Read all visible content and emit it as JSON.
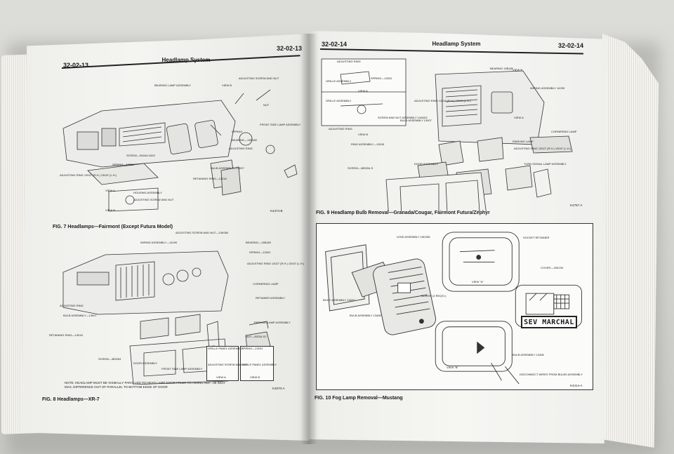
{
  "left_page": {
    "page_number_left": "32-02-13",
    "page_number_right": "32-02-13",
    "title": "Headlamp System",
    "fig7": {
      "caption": "FIG. 7   Headlamps—Fairmont (Except Futura Model)",
      "id": "K4474-B",
      "labels": [
        "BEARING LAMP ASSEMBLY",
        "VIEW B",
        "ADJUSTING SCREW AND NUT",
        "NUT",
        "SPRING",
        "BEARING—13B180",
        "ADJUSTING RING",
        "SCREW—00464-S429",
        "BULB ASSEMBLY—13007",
        "RETAINING RING—13018",
        "SPRING—13031",
        "ADJUSTING RING 13027 (R.H.) 13047 (L.H.)",
        "VIEW A",
        "HOUSING ASSEMBLY",
        "ADJUSTING SCREW AND NUT",
        "VIEW B",
        "FRONT SIDE LAMP ASSEMBLY"
      ]
    },
    "fig8": {
      "caption": "FIG. 8   Headlamps—XR-7",
      "id": "K4570-A",
      "note": "NOTE: HEADLAMP MUST BE VISIBALLY PARALLED TO HEAD LAMP DOOR PRIOR TO AIMING REF. .06 INCH MAX. DIFFERENCE OUT OF PARALLEL TO BOTTOM EDGE OF DOOR",
      "labels": [
        "ADJUSTING SCREW AND NUT—13K080",
        "WIRING ASSEMBLY—14290",
        "BEARING—13B180",
        "SPRING—13031",
        "ADJUSTING RING 13027 (R.H.) 13047 (L.H.)",
        "CORNERING LAMP",
        "RETAINER ASSEMBLY",
        "ADJUSTING RING",
        "BULB ASSEMBLY—13007",
        "PARKING LAMP ASSEMBLY",
        "NUT—45234-S2",
        "RETAINING RING—13018",
        "SCREW—383263",
        "DOOR ASSEMBLY",
        "FRONT SIDE LAMP ASSEMBLY",
        "GRILLE PANEL ASSEMBLY",
        "SPRING—13031",
        "ADJUSTING SCREW AND NUT",
        "GRILLE PANEL ASSEMBLY",
        "VIEW A",
        "VIEW B"
      ]
    }
  },
  "right_page": {
    "page_number_left": "32-02-14",
    "page_number_right": "32-02-14",
    "title": "Headlamp System",
    "fig9": {
      "caption": "FIG. 9   Headlamp Bulb Removal—Granada/Cougar, Fairmont Futura/Zephyr",
      "id": "K4757-A",
      "labels": [
        "ADJUSTING RING",
        "SPRING—13031",
        "GRILLE ASSEMBLY",
        "VIEW A",
        "GRILLE ASSEMBLY",
        "SCREW AND NUT ASSEMBLY 13A003",
        "ADJUSTING RING",
        "VIEW B",
        "RING ASSEMBLY—13015",
        "SCREW—385334-S",
        "DOOR ASSEMBLY",
        "ADJUSTING RING 13118 (R.H.) 13119 (L.H.)",
        "BULB ASSEMBLY 13007",
        "BEARING 13B180",
        "VIEW B",
        "WIRING ASSEMBLY 14290",
        "VIEW A",
        "CORNERING LAMP",
        "PARKING LAMP",
        "ADJUSTING RING 13027 (R.H.) 13047 (L.H.)",
        "TURN SIGNAL LAMP ASSEMBLY"
      ]
    },
    "fig10": {
      "caption": "FIG. 10   Fog Lamp Removal—Mustang",
      "id": "K4414-A",
      "sign_text": "SEV MARCHAL",
      "labels": [
        "LENS ASSEMBLY 15K258",
        "SOCKET RETAINER",
        "COVER—15K233",
        "VIEW \"A\"",
        "BODY ASSEMBLY 15202",
        "BULB ASSEMBLY 13465",
        "SCREW (2 REQ'D.)",
        "VIEW \"B\"",
        "BULB ASSEMBLY 13465",
        "DISCONNECT WIRES FROM BULBS ASSEMBLY"
      ]
    }
  }
}
